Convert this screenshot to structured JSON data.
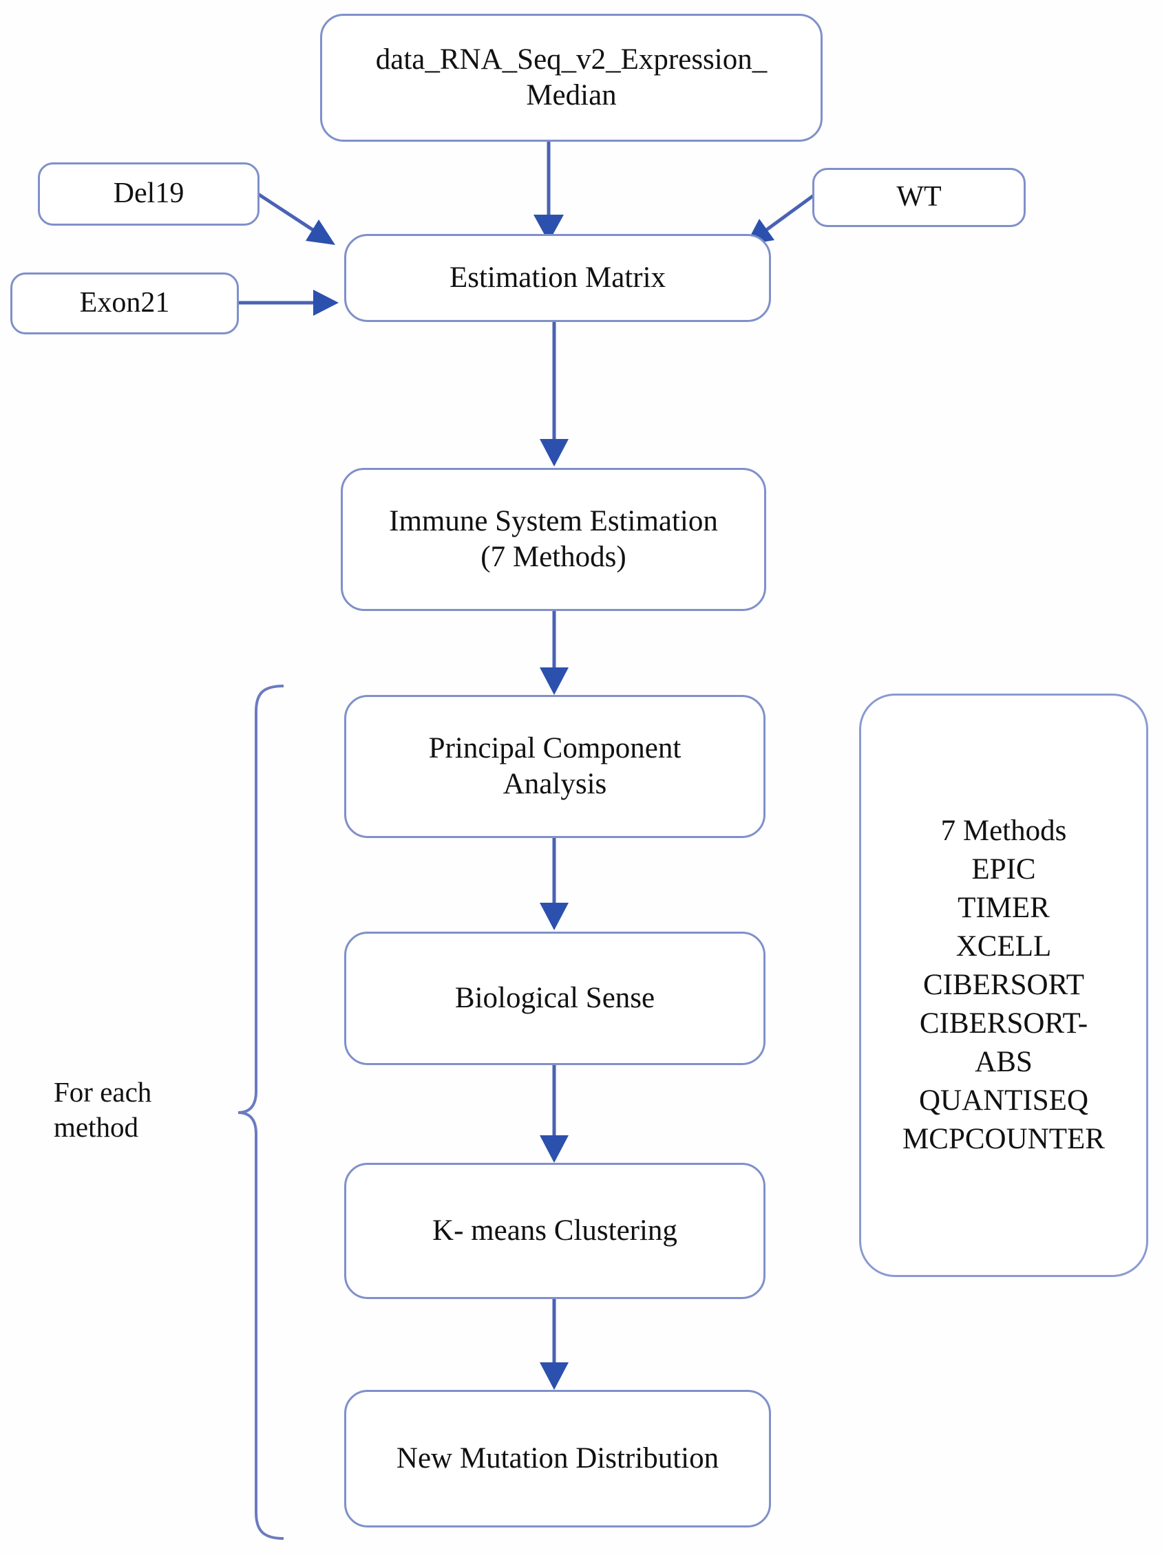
{
  "diagram": {
    "title": "Immune System Estimation Analysis Workflow",
    "accent_color": "#7f90ca",
    "arrow_color": "#4a62b4",
    "background_color": "#fefefe",
    "text_color": "#111111"
  },
  "nodes": {
    "data_source": {
      "label": "data_RNA_Seq_v2_Expression_\nMedian"
    },
    "del19": {
      "label": "Del19"
    },
    "exon21": {
      "label": "Exon21"
    },
    "wt": {
      "label": "WT"
    },
    "estimation_matrix": {
      "label": "Estimation Matrix"
    },
    "immune_estimation": {
      "label": "Immune System Estimation\n(7 Methods)"
    },
    "pca": {
      "label": "Principal Component\nAnalysis"
    },
    "biological_sense": {
      "label": "Biological Sense"
    },
    "kmeans": {
      "label": "K- means Clustering"
    },
    "new_mutation": {
      "label": "New Mutation Distribution"
    }
  },
  "methods_panel": {
    "heading": "7 Methods",
    "items": [
      "EPIC",
      "TIMER",
      "XCELL",
      "CIBERSORT",
      "CIBERSORT-",
      "ABS",
      "QUANTISEQ",
      "MCPCOUNTER"
    ],
    "text": "7 Methods\nEPIC\nTIMER\nXCELL\nCIBERSORT\nCIBERSORT-\nABS\nQUANTISEQ\nMCPCOUNTER"
  },
  "annotations": {
    "for_each_method": "For each\nmethod"
  },
  "edges": [
    {
      "from": "data_source",
      "to": "estimation_matrix",
      "style": "vertical-arrow"
    },
    {
      "from": "del19",
      "to": "estimation_matrix",
      "style": "diagonal-arrow"
    },
    {
      "from": "exon21",
      "to": "estimation_matrix",
      "style": "horizontal-arrow"
    },
    {
      "from": "wt",
      "to": "estimation_matrix",
      "style": "diagonal-arrow"
    },
    {
      "from": "estimation_matrix",
      "to": "immune_estimation",
      "style": "vertical-arrow"
    },
    {
      "from": "immune_estimation",
      "to": "pca",
      "style": "vertical-arrow"
    },
    {
      "from": "pca",
      "to": "biological_sense",
      "style": "vertical-arrow"
    },
    {
      "from": "biological_sense",
      "to": "kmeans",
      "style": "vertical-arrow"
    },
    {
      "from": "kmeans",
      "to": "new_mutation",
      "style": "vertical-arrow"
    }
  ]
}
